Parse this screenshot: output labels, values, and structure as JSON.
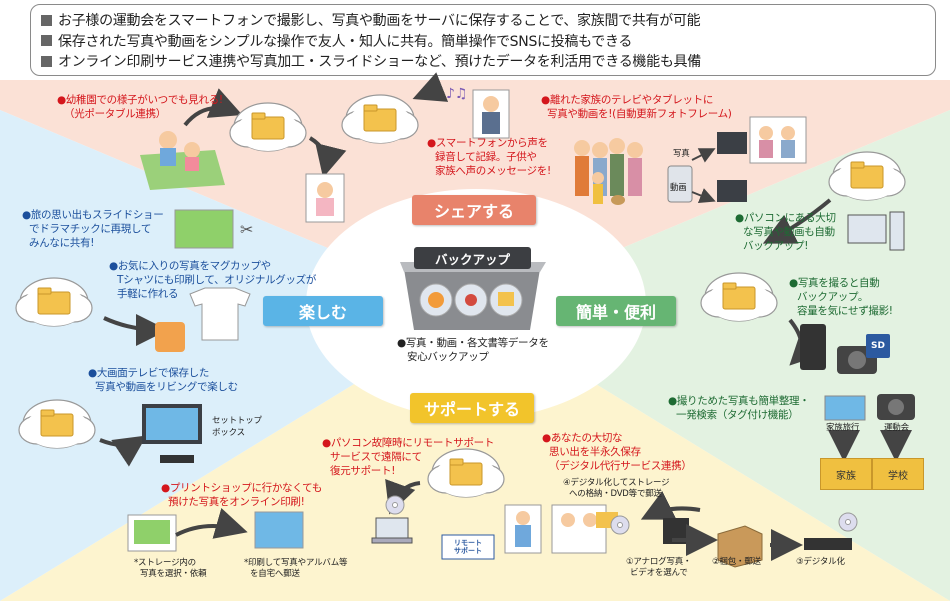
{
  "intro": [
    "お子様の運動会をスマートフォンで撮影し、写真や動画をサーバに保存することで、家族間で共有が可能",
    "保存された写真や動画をシンプルな操作で友人・知人に共有。簡単操作でSNSに投稿もできる",
    "オンライン印刷サービス連携や写真加工・スライドショーなど、預けたデータを利活用できる機能も具備"
  ],
  "center": {
    "title": "バックアップ",
    "caption_line1": "●写真・動画・各文書等データを",
    "caption_line2": "安心バックアップ"
  },
  "sectors": {
    "share": "シェアする",
    "enjoy": "楽しむ",
    "easy": "簡単・便利",
    "support": "サポートする"
  },
  "share_notes": {
    "kindergarten_1": "●幼稚園での様子がいつでも見れる!",
    "kindergarten_2": "（光ポータブル連携）",
    "voice_1": "●スマートフォンから声を",
    "voice_2": "録音して記録。子供や",
    "voice_3": "家族へ声のメッセージを!",
    "tv_1": "●離れた家族のテレビやタブレットに",
    "tv_2": "写真や動画を!(自動更新フォトフレーム)",
    "photo_label": "写真",
    "video_label": "動画"
  },
  "enjoy_notes": {
    "slideshow_1": "●旅の思い出もスライドショー",
    "slideshow_2": "でドラマチックに再現して",
    "slideshow_3": "みんなに共有!",
    "goods_1": "●お気に入りの写真をマグカップや",
    "goods_2": "Tシャツにも印刷して、オリジナルグッズが",
    "goods_3": "手軽に作れる",
    "tv_1": "●大画面テレビで保存した",
    "tv_2": "写真や動画をリビングで楽しむ",
    "stb_1": "セットトップ",
    "stb_2": "ボックス"
  },
  "easy_notes": {
    "pc_1": "●パソコンにある大切",
    "pc_2": "な写真や動画も自動",
    "pc_3": "バックアップ!",
    "auto_1": "●写真を撮ると自動",
    "auto_2": "バックアップ。",
    "auto_3": "容量を気にせず撮影!",
    "search_1": "●撮りためた写真も簡単整理・",
    "search_2": "一発検索（タグ付け機能）",
    "tag_trip": "家族旅行",
    "tag_sports": "運動会",
    "folder_family": "家族",
    "folder_school": "学校",
    "sd_label": "SD"
  },
  "support_notes": {
    "remote_1": "●パソコン故障時にリモートサポート",
    "remote_2": "サービスで遠隔にて",
    "remote_3": "復元サポート!",
    "print_1": "●プリントショップに行かなくても",
    "print_2": "預けた写真をオンライン印刷!",
    "storage_1": "*ストレージ内の",
    "storage_2": "写真を選択・依頼",
    "deliver_1": "*印刷して写真やアルバム等",
    "deliver_2": "を自宅へ郵送",
    "digitize_1": "●あなたの大切な",
    "digitize_2": "思い出を半永久保存",
    "digitize_3": "（デジタル代行サービス連携）",
    "step4_1": "④デジタル化してストレージ",
    "step4_2": "への格納・DVD等で郵送",
    "step1_1": "①アナログ写真・",
    "step1_2": "ビデオを選んで",
    "step2": "②梱包・郵送",
    "step3": "③デジタル化",
    "remote_logo_1": "リモート",
    "remote_logo_2": "サポート"
  },
  "colors": {
    "share_bg": "#fbe1d6",
    "enjoy_bg": "#dceffa",
    "easy_bg": "#e3f2e1",
    "support_bg": "#fdf4cf",
    "folder": "#f3c24d",
    "arrow": "#444444"
  }
}
